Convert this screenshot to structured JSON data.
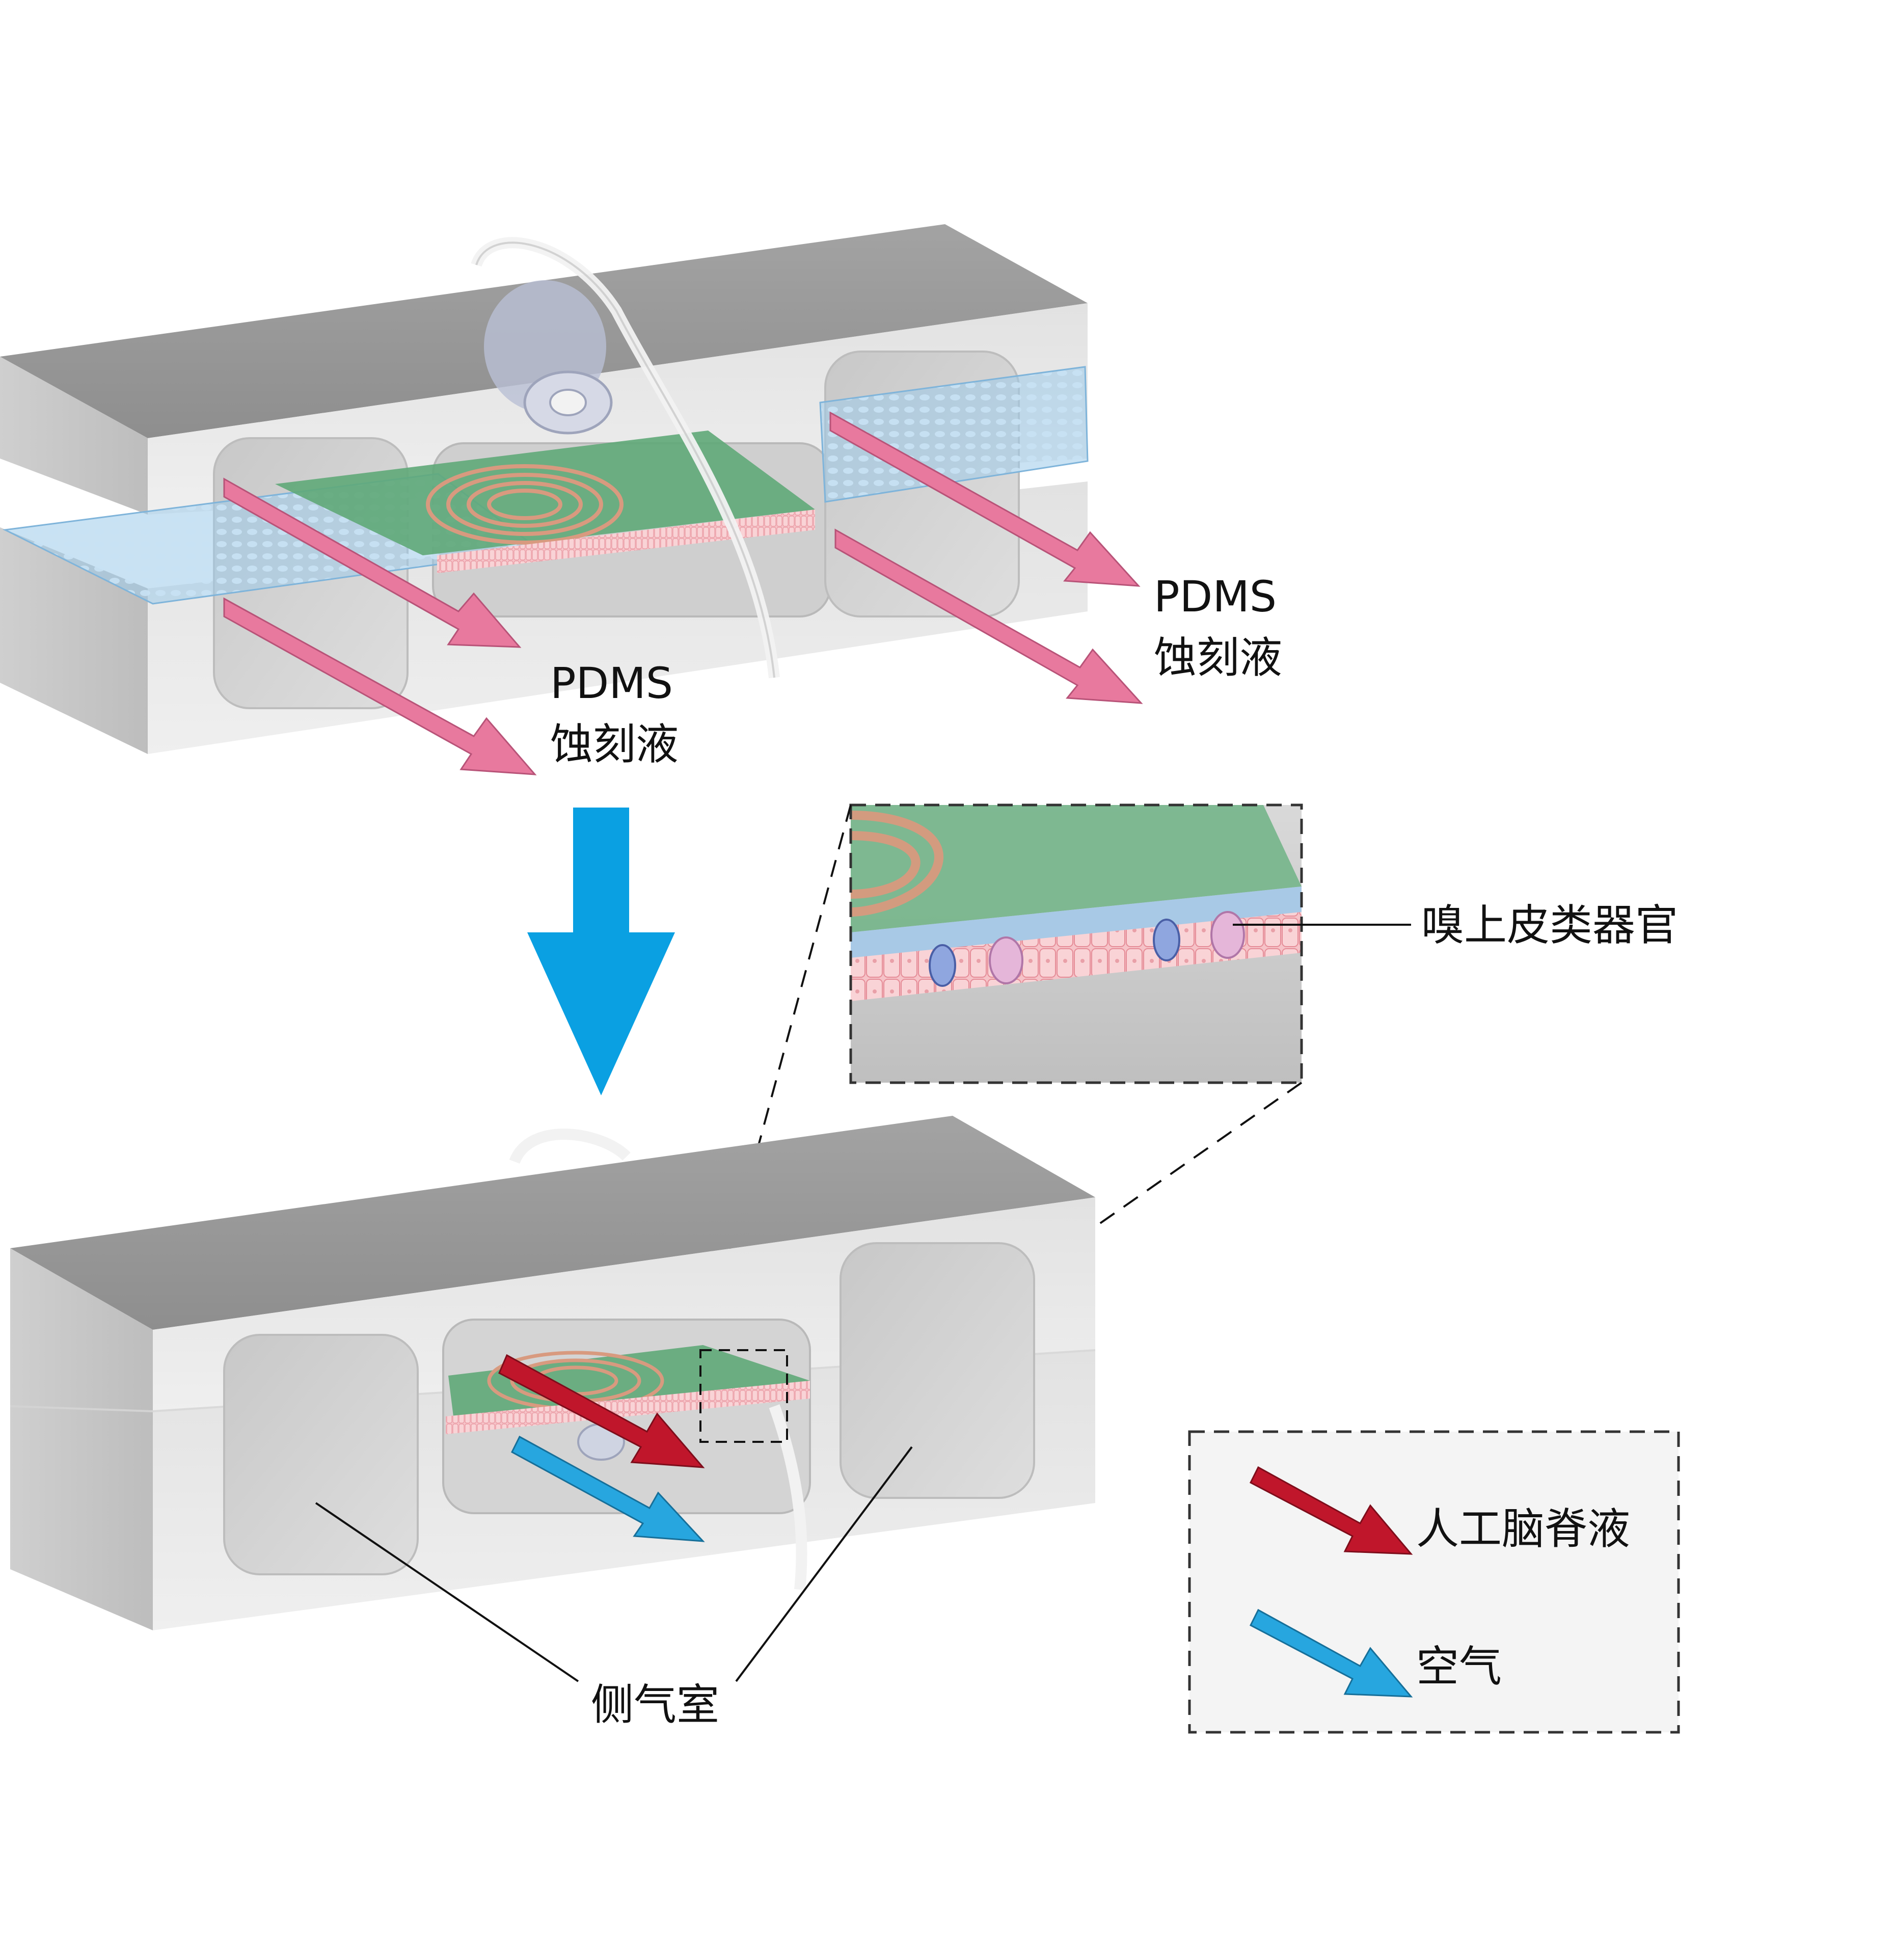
{
  "labels": {
    "pdms_etchant_left_line1": "PDMS",
    "pdms_etchant_left_line2": "蚀刻液",
    "pdms_etchant_right_line1": "PDMS",
    "pdms_etchant_right_line2": "蚀刻液",
    "olfactory_organoid": "嗅上皮类器官",
    "side_air_chamber": "侧气室"
  },
  "legend": {
    "items": [
      {
        "label": "人工脑脊液",
        "color": "#c0162b",
        "icon": "red-arrow-icon"
      },
      {
        "label": "空气",
        "color": "#27a6df",
        "icon": "blue-arrow-icon"
      }
    ]
  },
  "colors": {
    "etchant_arrow": "#e8799e",
    "process_arrow": "#0aa0e2",
    "block_top": "#9a9a9a",
    "block_front": "#e6e6e6",
    "membrane": "#9cc9e8",
    "green_layer": "#5fa878",
    "coil": "#d89a7f",
    "epithelium": "#f3b6bd"
  }
}
